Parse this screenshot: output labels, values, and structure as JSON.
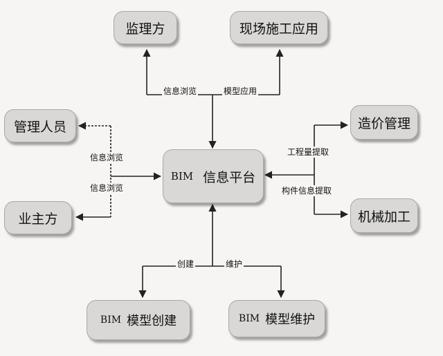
{
  "nodes": {
    "supervisor": "监理方",
    "site_construction": "现场施工应用",
    "management_staff": "管理人员",
    "owner": "业主方",
    "cost_management": "造价管理",
    "mechanical_processing": "机械加工",
    "center_prefix": "BIM",
    "center_label": "信息平台",
    "model_creation_prefix": "BIM",
    "model_creation_label": "模型创建",
    "model_maintenance_prefix": "BIM",
    "model_maintenance_label": "模型维护"
  },
  "edge_labels": {
    "info_browse_top": "信息浏览",
    "model_application": "模型应用",
    "info_browse_left_upper": "信息浏览",
    "info_browse_left_lower": "信息浏览",
    "quantity_extraction": "工程量提取",
    "component_info_extraction": "构件信息提取",
    "create": "创建",
    "maintain": "维护"
  }
}
